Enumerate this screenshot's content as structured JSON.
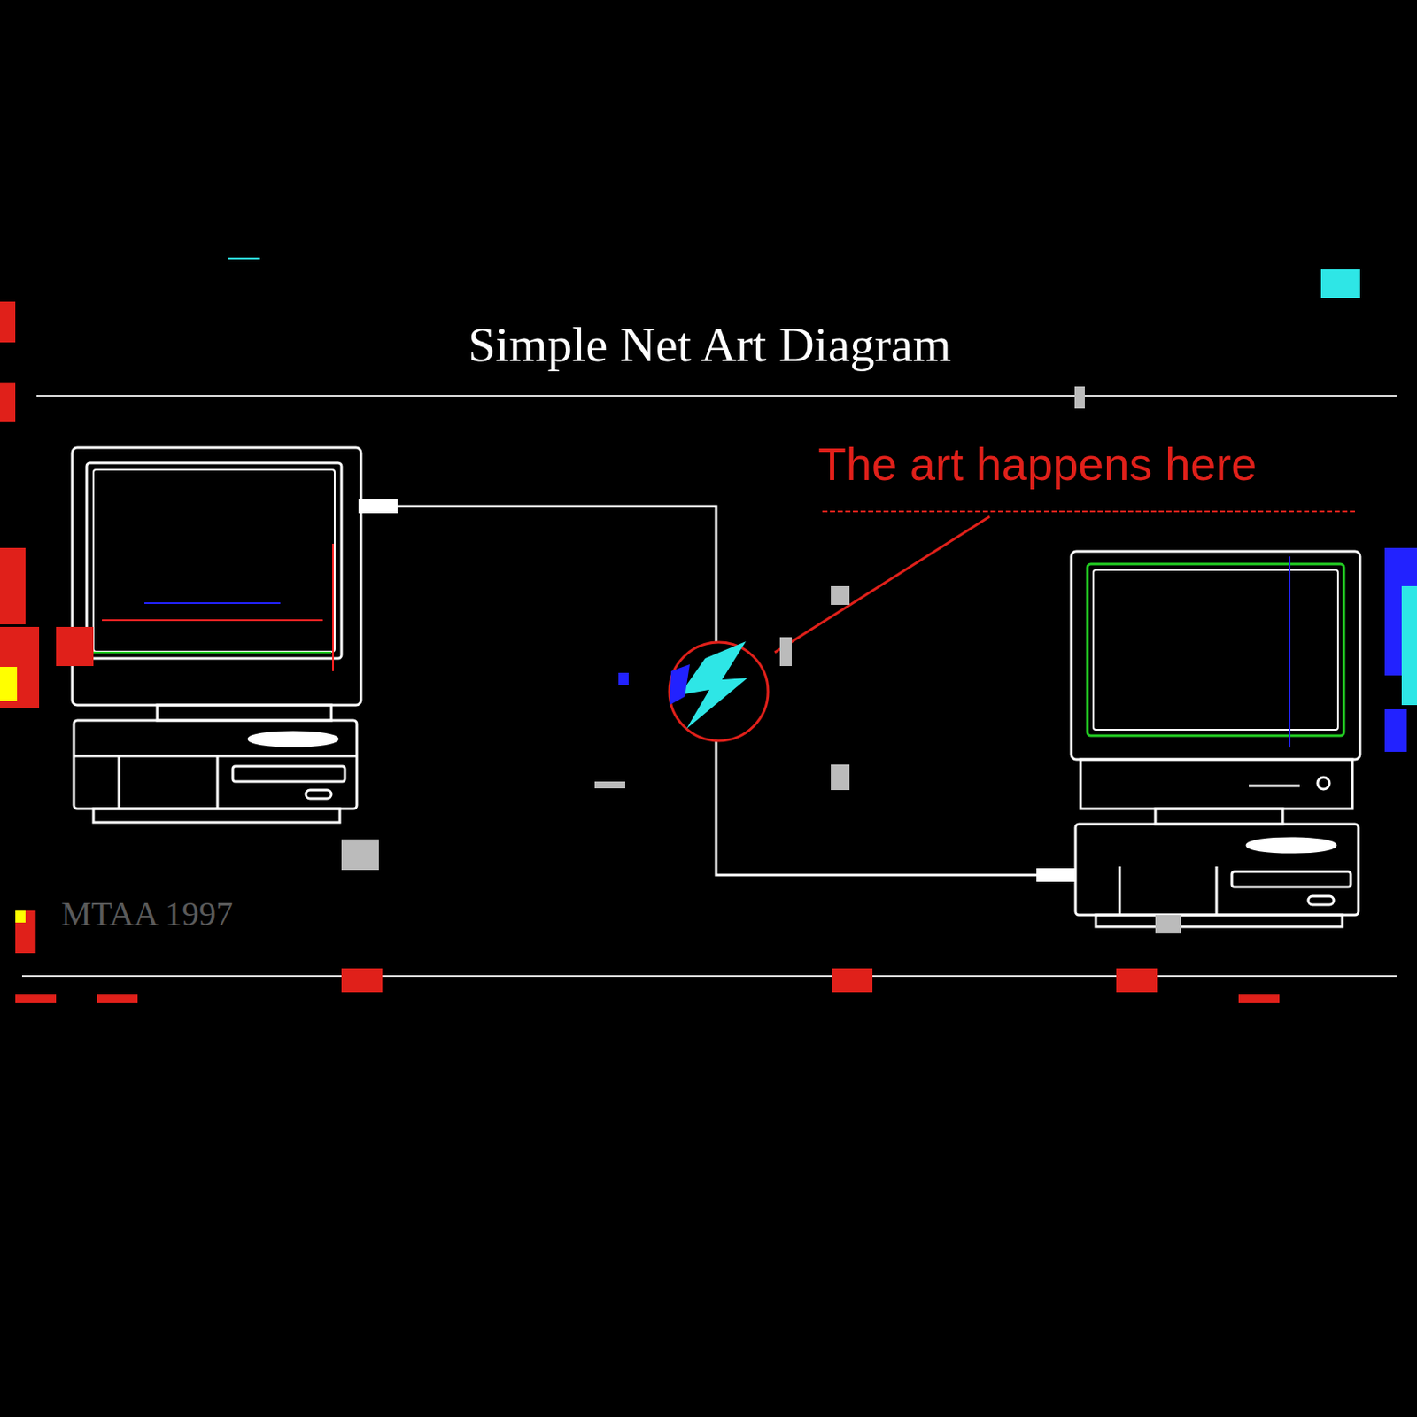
{
  "diagram": {
    "title": "Simple Net Art Diagram",
    "labels": [
      "The art happens here",
      "MTAA 1997"
    ]
  }
}
